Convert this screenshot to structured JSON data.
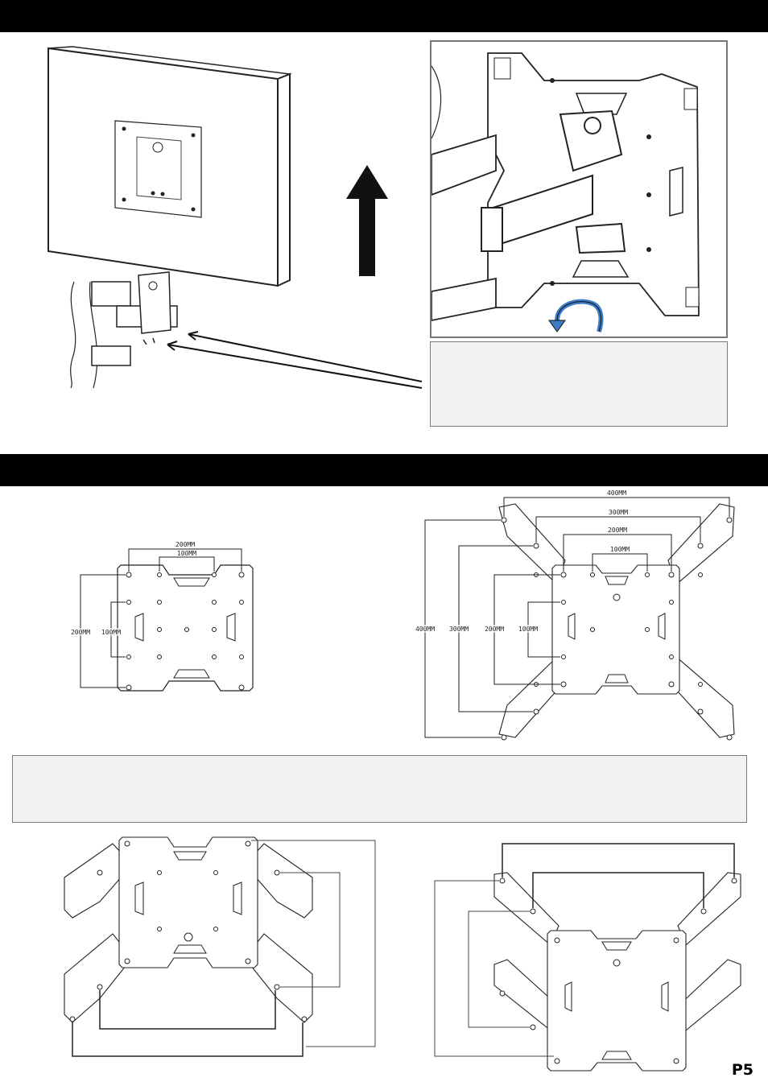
{
  "page": {
    "number": "P5"
  },
  "colors": {
    "band": "#000000",
    "note_bg": "#f2f2f2",
    "line": "#222222"
  },
  "dimensions": {
    "small_plate": {
      "h_outer": "200MM",
      "h_inner": "100MM",
      "v_outer": "200MM",
      "v_inner": "100MM"
    },
    "large_plate": {
      "h_400": "400MM",
      "h_300": "300MM",
      "h_200": "200MM",
      "h_100": "100MM",
      "v_400": "400MM",
      "v_300": "300MM",
      "v_200": "200MM",
      "v_100": "100MM"
    }
  },
  "icons": [
    "up-arrow-icon",
    "rotate-arrow-icon",
    "pointer-arrows-icon"
  ]
}
